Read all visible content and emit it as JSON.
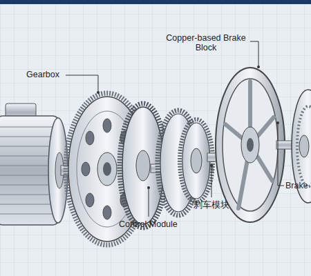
{
  "diagram": {
    "labels": [
      "Copper-based Brake Block",
      "Gearbox",
      "Brake",
      "刹车模块",
      "Control Module"
    ]
  }
}
